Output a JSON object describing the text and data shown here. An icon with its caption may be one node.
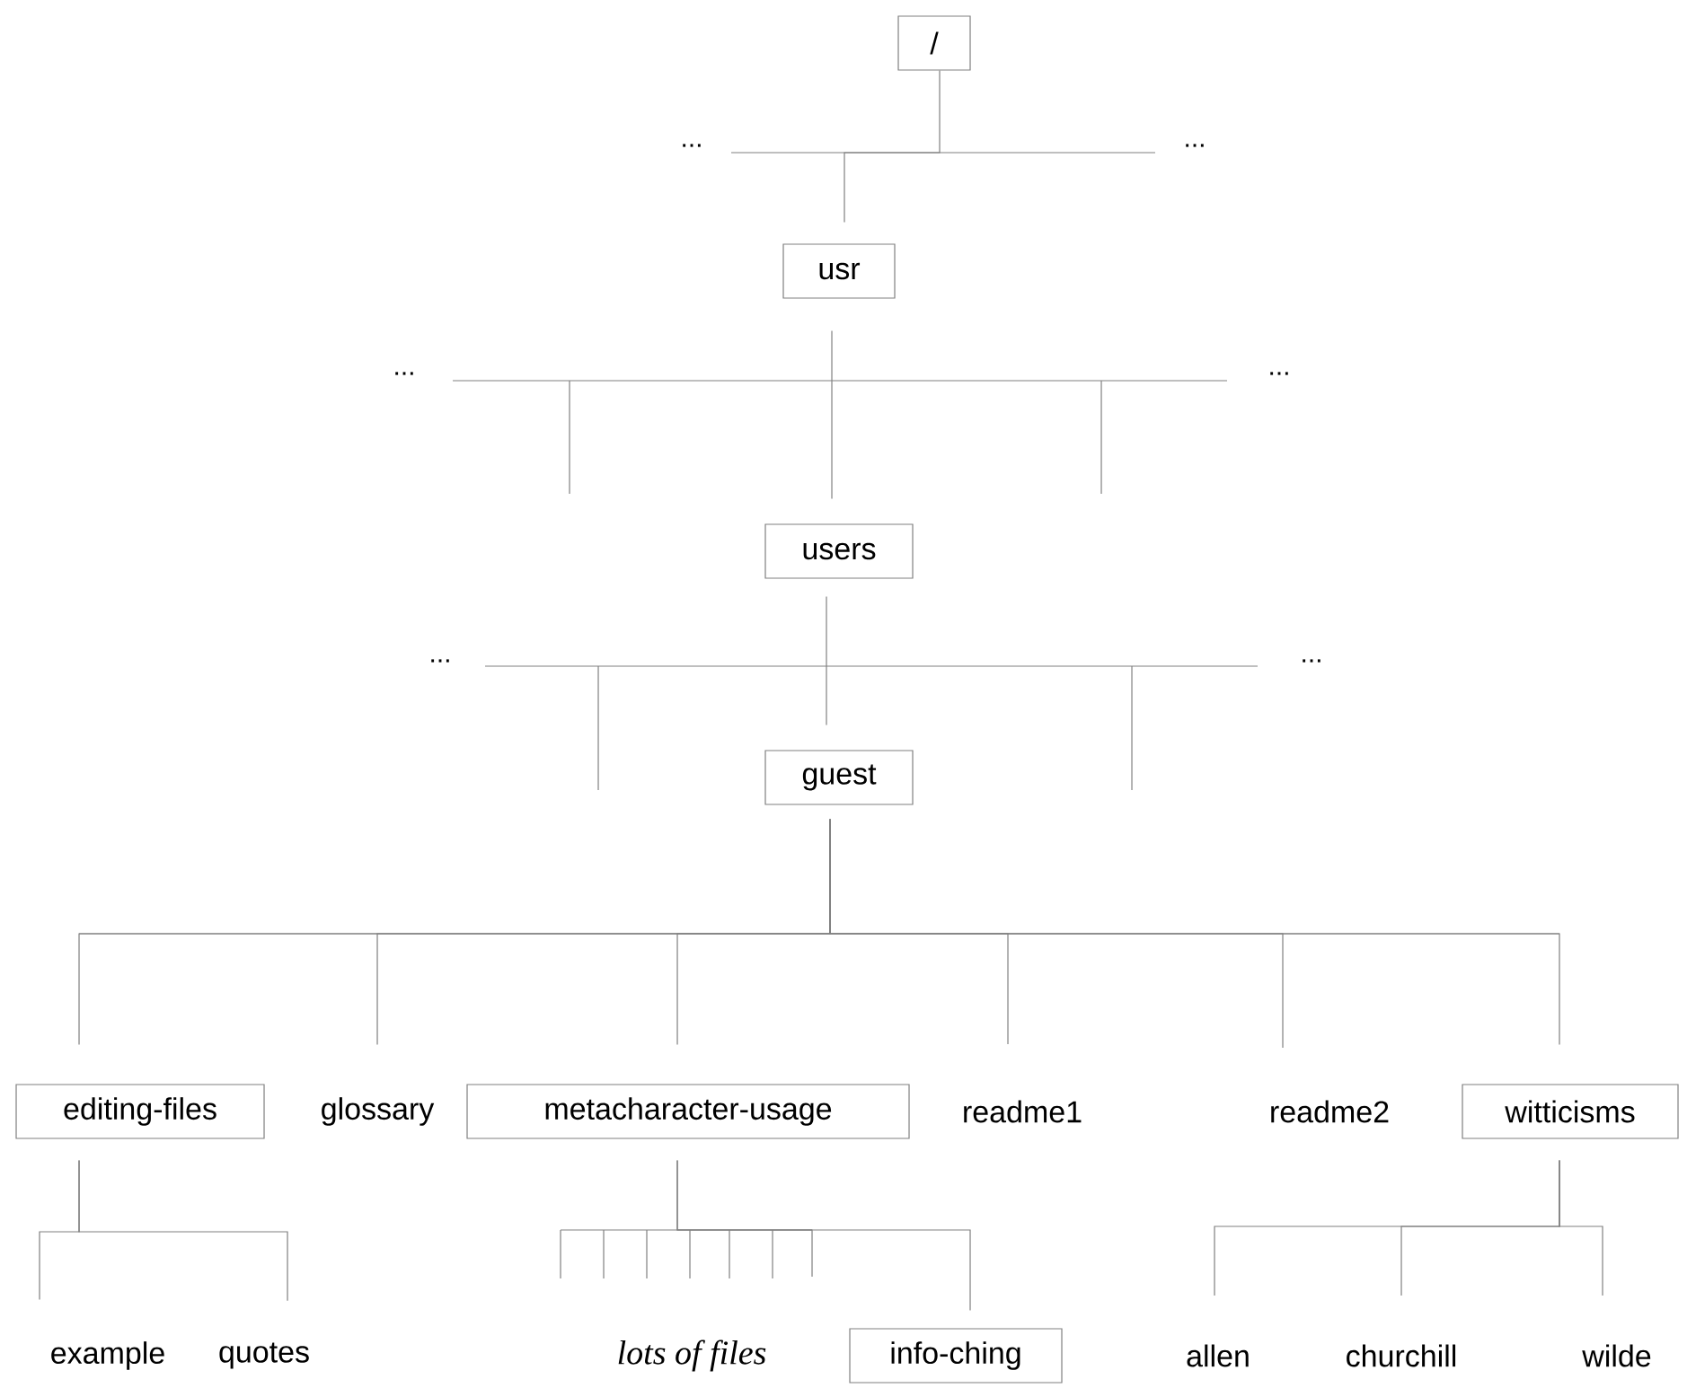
{
  "diagram": {
    "nodes": [
      {
        "text": [
          "/"
        ]
      },
      {
        "text": [
          "usr"
        ]
      },
      {
        "text": [
          "users"
        ]
      },
      {
        "text": [
          "guest"
        ]
      },
      {
        "text": [
          "editing-files"
        ]
      },
      {
        "text": [
          "glossary"
        ]
      },
      {
        "text": [
          "metacharacter-usage"
        ]
      },
      {
        "text": [
          "readme1"
        ]
      },
      {
        "text": [
          "readme2"
        ]
      },
      {
        "text": [
          "witticisms"
        ]
      },
      {
        "text": [
          "example"
        ]
      },
      {
        "text": [
          "quotes"
        ]
      },
      {
        "text": [
          "lots of files"
        ]
      },
      {
        "text": [
          "info-ching"
        ]
      },
      {
        "text": [
          "allen"
        ]
      },
      {
        "text": [
          "churchill"
        ]
      },
      {
        "text": [
          "wilde"
        ]
      }
    ],
    "edges": [
      {
        "from": 0,
        "to": 1,
        "arrow": "none"
      },
      {
        "from": 1,
        "to": 2,
        "arrow": "none"
      },
      {
        "from": 2,
        "to": 3,
        "arrow": "none"
      },
      {
        "from": 3,
        "to": 4,
        "arrow": "none"
      },
      {
        "from": 3,
        "to": 5,
        "arrow": "none"
      },
      {
        "from": 3,
        "to": 6,
        "arrow": "none"
      },
      {
        "from": 3,
        "to": 7,
        "arrow": "none"
      },
      {
        "from": 3,
        "to": 8,
        "arrow": "none"
      },
      {
        "from": 3,
        "to": 9,
        "arrow": "none"
      },
      {
        "from": 4,
        "to": 10,
        "arrow": "none"
      },
      {
        "from": 4,
        "to": 11,
        "arrow": "none"
      },
      {
        "from": 6,
        "to": 12,
        "arrow": "none"
      },
      {
        "from": 6,
        "to": 13,
        "arrow": "none"
      },
      {
        "from": 9,
        "to": 14,
        "arrow": "none"
      },
      {
        "from": 9,
        "to": 15,
        "arrow": "none"
      },
      {
        "from": 9,
        "to": 16,
        "arrow": "none"
      }
    ],
    "labels": [
      "...",
      "...",
      "...",
      "...",
      "...",
      "..."
    ]
  }
}
